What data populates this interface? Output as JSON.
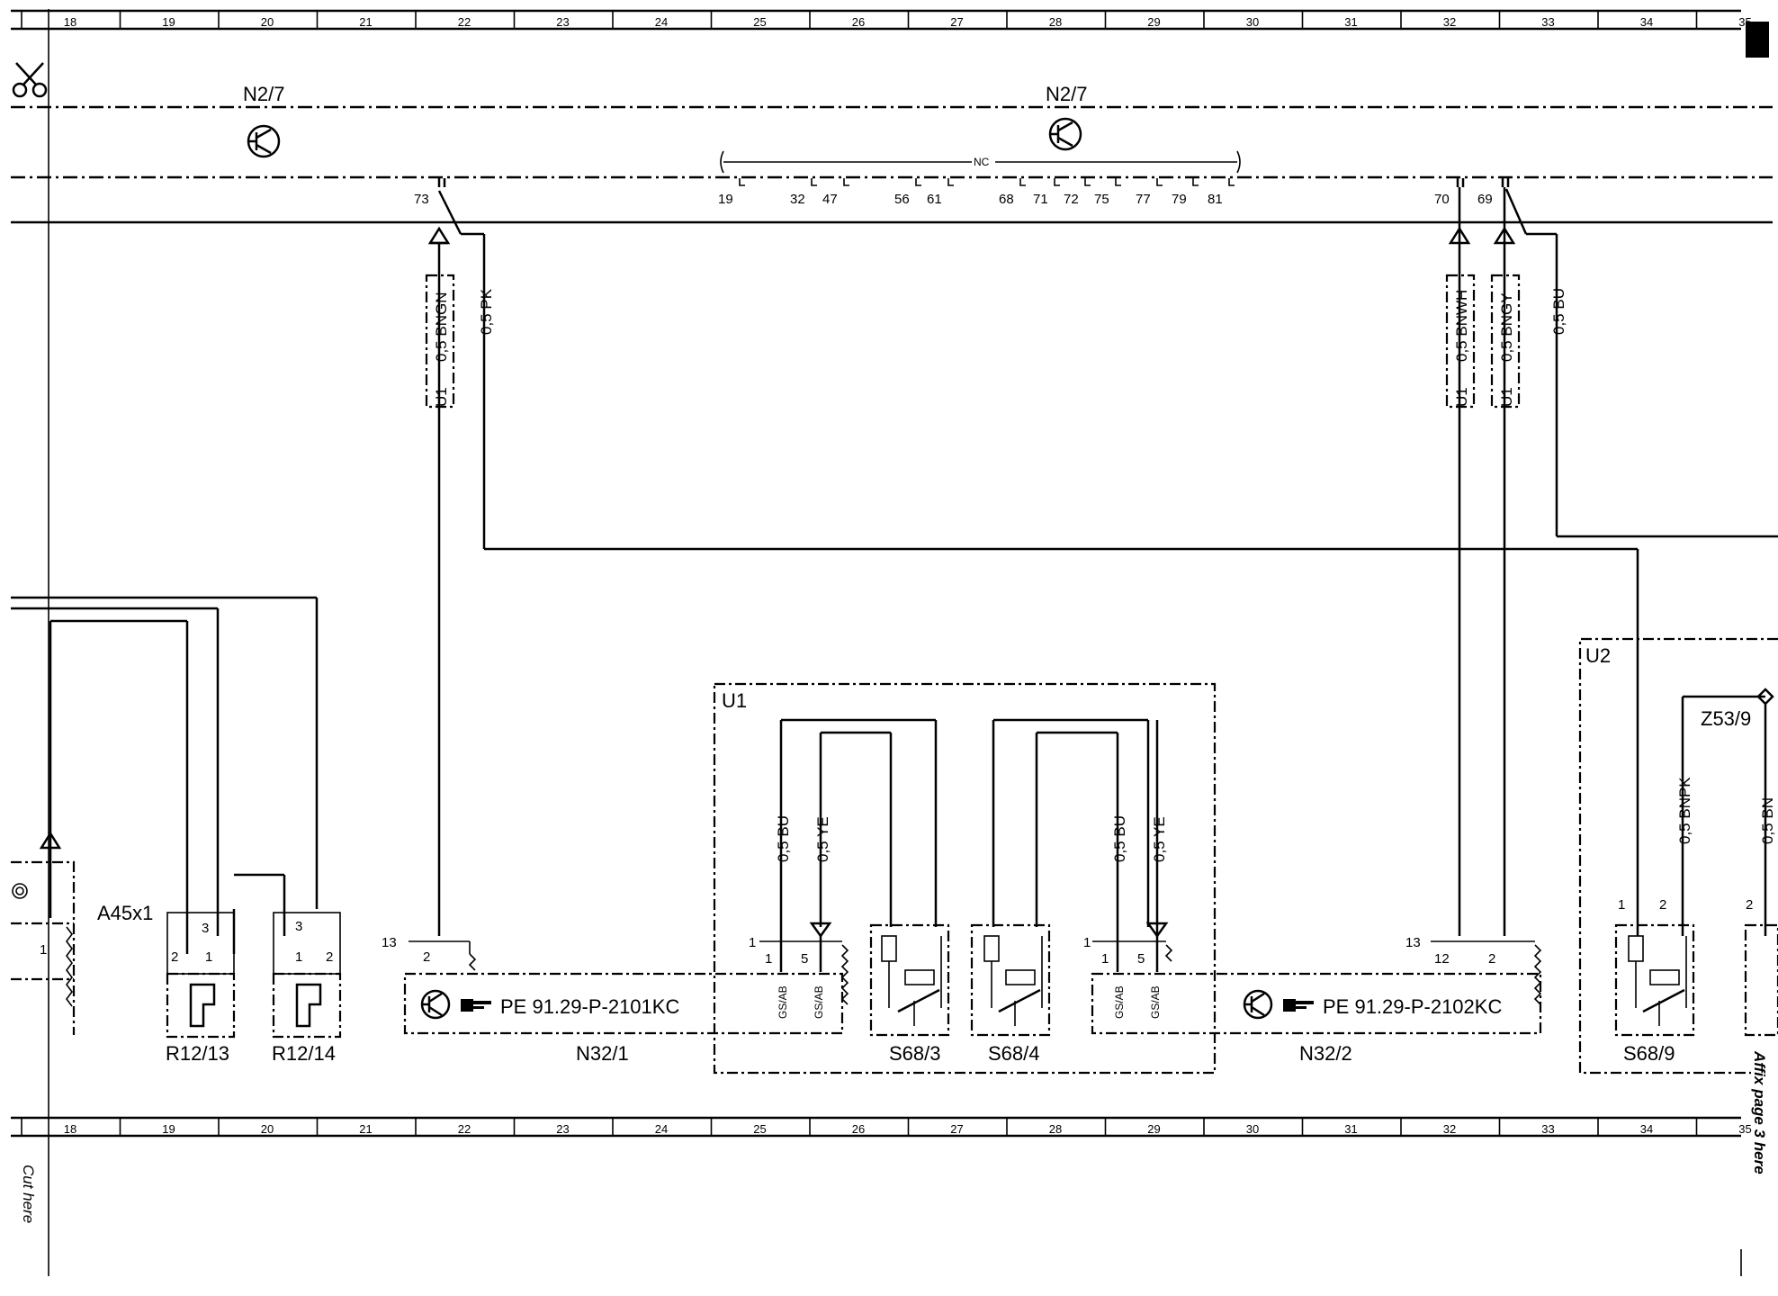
{
  "grid_numbers": [
    "18",
    "19",
    "20",
    "21",
    "22",
    "23",
    "24",
    "25",
    "26",
    "27",
    "28",
    "29",
    "30",
    "31",
    "32",
    "33",
    "34",
    "35"
  ],
  "cut_here": "Cut here",
  "affix_note": "Affix page 3 here",
  "components": {
    "n2_7_left": "N2/7",
    "n2_7_right": "N2/7",
    "nc": "NC",
    "a45x1": "A45x1",
    "r12_13": "R12/13",
    "r12_14": "R12/14",
    "n32_1": "N32/1",
    "n32_2": "N32/2",
    "s68_3": "S68/3",
    "s68_4": "S68/4",
    "s68_9": "S68/9",
    "u1_box": "U1",
    "u2_box": "U2",
    "z53_9": "Z53/9",
    "pe_n32_1": "PE 91.29-P-2101KC",
    "pe_n32_2": "PE 91.29-P-2102KC"
  },
  "n2_pins": [
    "73",
    "19",
    "32",
    "47",
    "56",
    "61",
    "68",
    "71",
    "72",
    "75",
    "77",
    "79",
    "81",
    "70",
    "69"
  ],
  "wires": {
    "w73": "0,5 BNGN",
    "w73_pk": "0,5 PK",
    "w70": "0,5 BNWH",
    "w69": "0,5 BNGY",
    "w_bu_top": "0,5 BU",
    "u1a_bu": "0,5 BU",
    "u1a_ye": "0,5 YE",
    "u1b_bu": "0,5 BU",
    "u1b_ye": "0,5 YE",
    "z_bnpk": "0,5 BNPK",
    "z_bn": "0,5 BN",
    "u1_tag_a": "U1",
    "u1_tag_b": "U1",
    "u1_tag_c": "U1"
  },
  "pins": {
    "n32_1_13": "13",
    "n32_1_2": "2",
    "n32_1_u1": "1",
    "n32_1_1": "1",
    "n32_1_5": "5",
    "n32_2_u1": "1",
    "n32_2_1": "1",
    "n32_2_5": "5",
    "n32_2_13": "13",
    "n32_2_12": "12",
    "n32_2_2": "2",
    "r13_3": "3",
    "r13_2": "2",
    "r13_1": "1",
    "r14_3": "3",
    "r14_1": "1",
    "r14_2": "2",
    "left_1": "1",
    "s68_9_1": "1",
    "s68_9_2": "2",
    "right_2": "2"
  },
  "gs_ab": "GS/AB"
}
